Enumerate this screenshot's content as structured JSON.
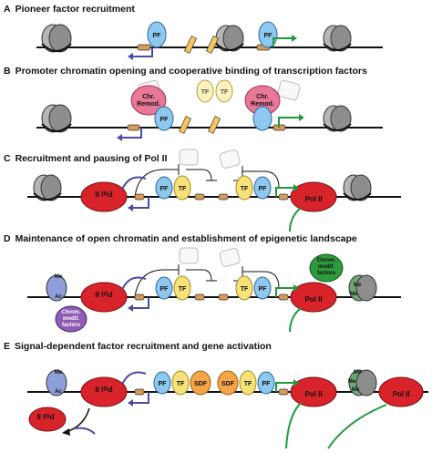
{
  "panels": [
    {
      "letter": "A",
      "title": "Pioneer factor recruitment"
    },
    {
      "letter": "B",
      "title": "Promoter chromatin opening and cooperative binding of transcription factors"
    },
    {
      "letter": "C",
      "title": "Recruitment and pausing of Pol II"
    },
    {
      "letter": "D",
      "title": "Maintenance of open chromatin and establishment of epigenetic landscape"
    },
    {
      "letter": "E",
      "title": "Signal-dependent factor recruitment and gene activation"
    }
  ],
  "labels": {
    "pf": "PF",
    "tf": "TF",
    "sdf": "SDF",
    "pol2": "Pol II",
    "chr_remod_1": "Chr.",
    "chr_remod_2": "Remod.",
    "chrom_modif_1": "Chrom.",
    "chrom_modif_2": "modif.",
    "chrom_modif_3": "factors",
    "me": "Me",
    "ac": "Ac"
  },
  "colors": {
    "pf": "#8ec8ee",
    "tf": "#f7e27a",
    "sdf": "#f5a447",
    "pol2": "#d8232a",
    "chr_remod": "#e87898",
    "chrom_modif_purple": "#8e5cb5",
    "chrom_modif_green": "#2e9a3e",
    "nucleosome": "#9a9a9a",
    "arrow_green": "#1e9a3a",
    "arrow_purple": "#4a4aa8",
    "box": "#d79a58"
  }
}
